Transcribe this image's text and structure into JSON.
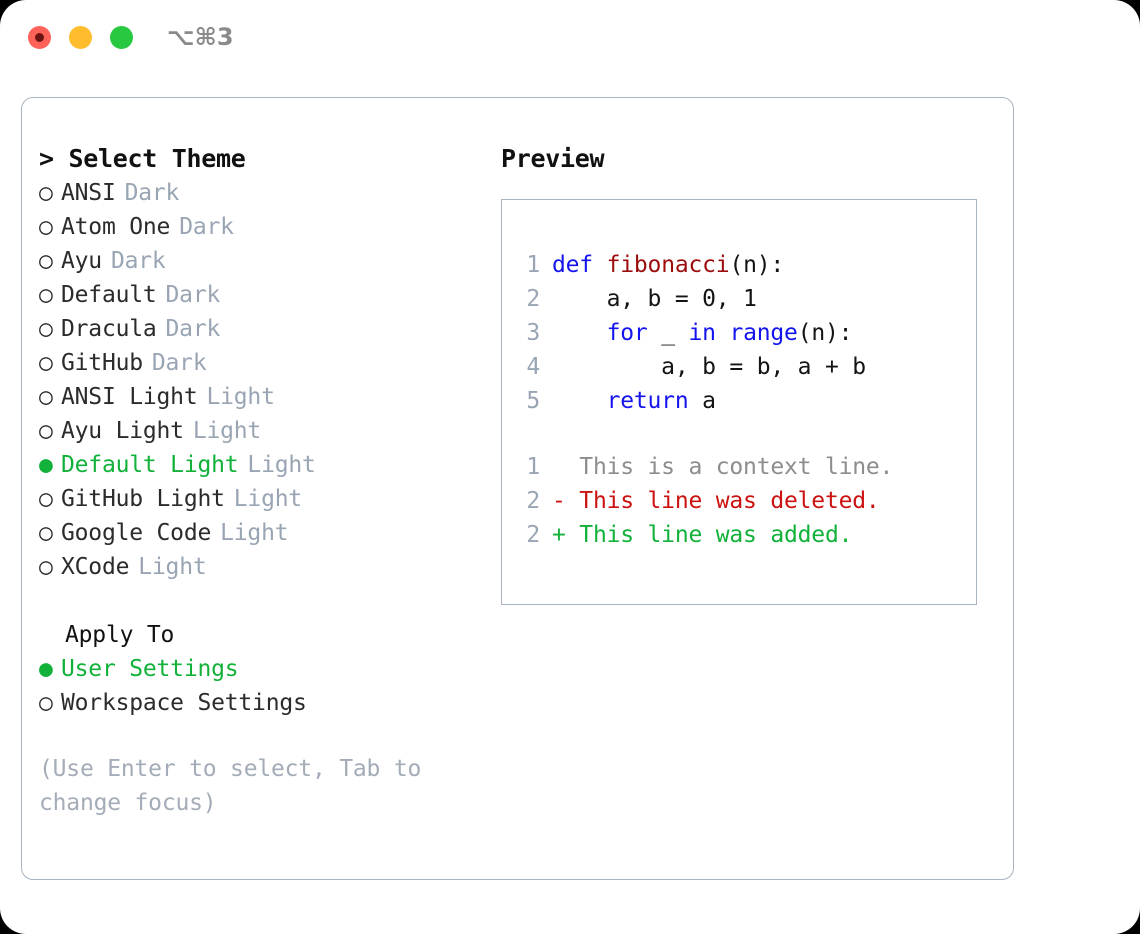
{
  "titlebar": {
    "shortcut": "⌥⌘3",
    "lights": [
      "close-red",
      "minimize-yellow",
      "maximize-green"
    ]
  },
  "theme_picker": {
    "header": "> Select Theme",
    "items": [
      {
        "bullet": "○",
        "label": "ANSI",
        "suffix": "Dark",
        "selected": false
      },
      {
        "bullet": "○",
        "label": "Atom One",
        "suffix": "Dark",
        "selected": false
      },
      {
        "bullet": "○",
        "label": "Ayu",
        "suffix": "Dark",
        "selected": false
      },
      {
        "bullet": "○",
        "label": "Default",
        "suffix": "Dark",
        "selected": false
      },
      {
        "bullet": "○",
        "label": "Dracula",
        "suffix": "Dark",
        "selected": false
      },
      {
        "bullet": "○",
        "label": "GitHub",
        "suffix": "Dark",
        "selected": false
      },
      {
        "bullet": "○",
        "label": "ANSI Light",
        "suffix": "Light",
        "selected": false
      },
      {
        "bullet": "○",
        "label": "Ayu Light",
        "suffix": "Light",
        "selected": false
      },
      {
        "bullet": "●",
        "label": "Default Light",
        "suffix": "Light",
        "selected": true
      },
      {
        "bullet": "○",
        "label": "GitHub Light",
        "suffix": "Light",
        "selected": false
      },
      {
        "bullet": "○",
        "label": "Google Code",
        "suffix": "Light",
        "selected": false
      },
      {
        "bullet": "○",
        "label": "XCode",
        "suffix": "Light",
        "selected": false
      }
    ]
  },
  "apply_to": {
    "header": "Apply To",
    "items": [
      {
        "bullet": "●",
        "label": "User Settings",
        "selected": true
      },
      {
        "bullet": "○",
        "label": "Workspace Settings",
        "selected": false
      }
    ]
  },
  "hint": "(Use Enter to select, Tab to\nchange focus)",
  "preview": {
    "header": "Preview",
    "code_lines": [
      {
        "no": "1",
        "tokens": [
          {
            "t": "def",
            "c": "kw"
          },
          {
            "t": " ",
            "c": "plain"
          },
          {
            "t": "fibonacci",
            "c": "fn"
          },
          {
            "t": "(n):",
            "c": "plain"
          }
        ]
      },
      {
        "no": "2",
        "tokens": [
          {
            "t": "    a, b = 0, 1",
            "c": "plain"
          }
        ]
      },
      {
        "no": "3",
        "tokens": [
          {
            "t": "    ",
            "c": "plain"
          },
          {
            "t": "for",
            "c": "kw"
          },
          {
            "t": " _ ",
            "c": "plain"
          },
          {
            "t": "in",
            "c": "kw"
          },
          {
            "t": " ",
            "c": "plain"
          },
          {
            "t": "range",
            "c": "kw"
          },
          {
            "t": "(n):",
            "c": "plain"
          }
        ]
      },
      {
        "no": "4",
        "tokens": [
          {
            "t": "        a, b = b, a + b",
            "c": "plain"
          }
        ]
      },
      {
        "no": "5",
        "tokens": [
          {
            "t": "    ",
            "c": "plain"
          },
          {
            "t": "return",
            "c": "kw"
          },
          {
            "t": " a",
            "c": "plain"
          }
        ]
      }
    ],
    "diff_lines": [
      {
        "no": "1",
        "text": "  This is a context line.",
        "kind": "context"
      },
      {
        "no": "2",
        "text": "- This line was deleted.",
        "kind": "deleted"
      },
      {
        "no": "2",
        "text": "+ This line was added.",
        "kind": "added"
      }
    ]
  },
  "colors": {
    "selected_green": "#11b13a",
    "muted_label": "#9aa5b4",
    "hint_gray": "#a4acb8",
    "border": "#a9b3c1",
    "keyword_blue": "#1414ee",
    "function_red": "#9c0d0d",
    "diff_deleted": "#cc1111",
    "diff_added": "#11b13a",
    "diff_context": "#8d8d8d",
    "light_red": "#ff6259",
    "light_yellow": "#ffbd2e",
    "light_green": "#28c840"
  }
}
